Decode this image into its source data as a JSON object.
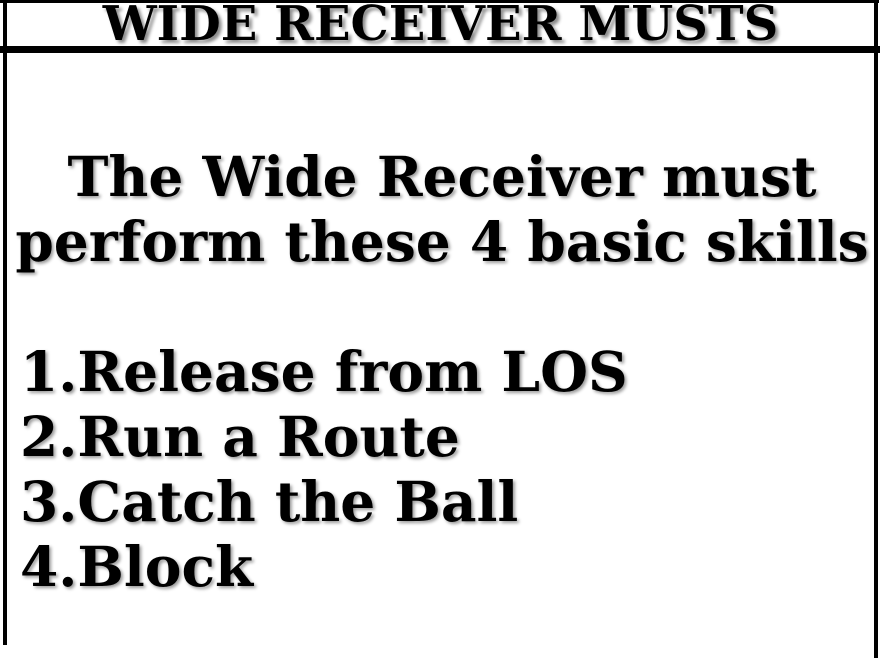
{
  "slide": {
    "title": "WIDE RECEIVER MUSTS",
    "body_lines": [
      "The Wide Receiver must",
      "perform these 4 basic skills"
    ],
    "skills": [
      "1.Release from LOS",
      "2.Run a Route",
      "3.Catch the Ball",
      "4.Block"
    ],
    "colors": {
      "background": "#ffffff",
      "text": "#000000",
      "frame": "#000000"
    }
  }
}
